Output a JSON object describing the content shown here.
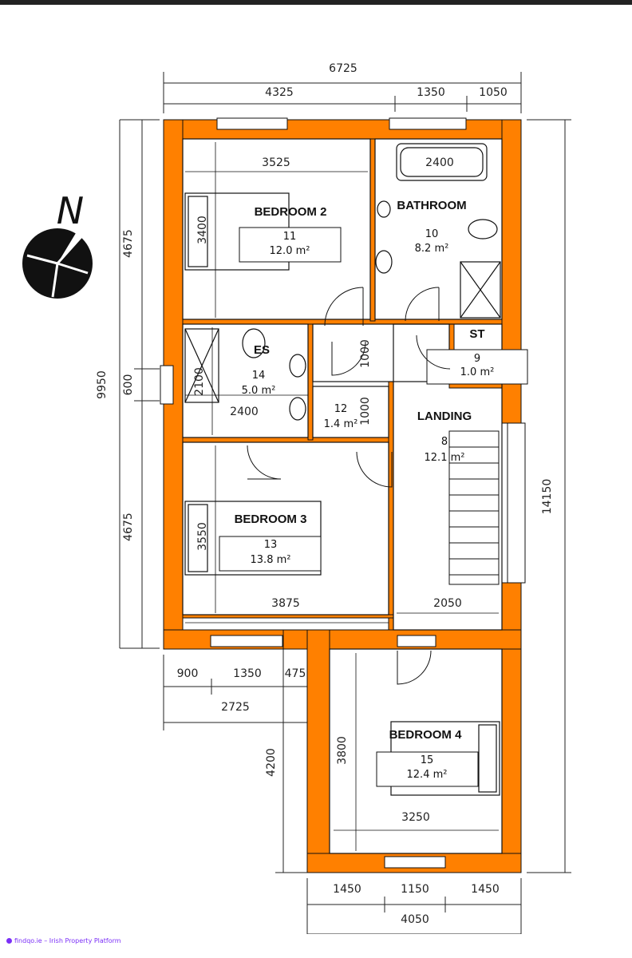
{
  "colors": {
    "wall": "#ff8000",
    "line": "#111111",
    "dimension": "#222222"
  },
  "compass": {
    "label": "N",
    "icon": "north-arrow-icon"
  },
  "overall_dims": {
    "top_total": "6725",
    "top_segments": [
      "4325",
      "1350",
      "1050"
    ],
    "right_total": "14150",
    "left_total": "9950",
    "left_segments": [
      "4675",
      "600",
      "4675"
    ],
    "lower_left_segments": [
      "900",
      "1350",
      "475"
    ],
    "lower_left_total": "2725",
    "rear_height": "4200",
    "bottom_segments": [
      "1450",
      "1150",
      "1450"
    ],
    "bottom_total": "4050"
  },
  "rooms": {
    "bedroom2": {
      "name": "BEDROOM 2",
      "number": "11",
      "area": "12.0 m²",
      "width": "3525",
      "depth": "3400"
    },
    "bathroom": {
      "name": "BATHROOM",
      "number": "10",
      "area": "8.2 m²",
      "bath": "2400"
    },
    "ensuite": {
      "name": "ES",
      "number": "14",
      "area": "5.0 m²",
      "width": "2400",
      "depth": "2100"
    },
    "storage": {
      "name": "ST",
      "number": "9",
      "area": "1.0 m²"
    },
    "cupboard": {
      "number": "12",
      "area": "1.4 m²",
      "width": "1000",
      "depth": "1000"
    },
    "landing": {
      "name": "LANDING",
      "number": "8",
      "area": "12.1 m²",
      "width": "2050"
    },
    "bedroom3": {
      "name": "BEDROOM 3",
      "number": "13",
      "area": "13.8 m²",
      "width": "3875",
      "depth": "3550"
    },
    "bedroom4": {
      "name": "BEDROOM 4",
      "number": "15",
      "area": "12.4 m²",
      "width": "3250",
      "depth": "3800"
    }
  },
  "watermark": "findqo.ie – Irish Property Platform"
}
